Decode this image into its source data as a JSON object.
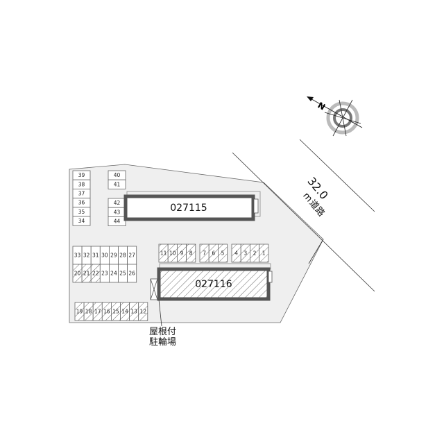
{
  "road": {
    "width": "32.0",
    "unit": "m",
    "label": "道路"
  },
  "compass": {
    "north_label": "N"
  },
  "buildings": [
    {
      "id": "027115",
      "hatched": false
    },
    {
      "id": "027116",
      "hatched": true
    }
  ],
  "parking": {
    "left_column": [
      "39",
      "38",
      "37",
      "36",
      "35",
      "34"
    ],
    "mid_column_top": [
      "40",
      "41"
    ],
    "mid_column_bottom": [
      "42",
      "43",
      "44"
    ],
    "row_upper": [
      "33",
      "32",
      "31",
      "30",
      "29",
      "28",
      "27"
    ],
    "row_lower": [
      "20",
      "21",
      "22",
      "23",
      "24",
      "25",
      "26"
    ],
    "row_lower_hatched": [
      true,
      true,
      true,
      false,
      false,
      false,
      false
    ],
    "group_a": [
      "11",
      "10",
      "9",
      "8"
    ],
    "group_b": [
      "7",
      "6",
      "5"
    ],
    "group_c": [
      "4",
      "3",
      "2",
      "1"
    ],
    "bottom_row": [
      "19",
      "18",
      "17",
      "16",
      "15",
      "14",
      "13",
      "12"
    ]
  },
  "bicycle_parking": {
    "line1": "屋根付",
    "line2": "駐輪場"
  },
  "colors": {
    "lot": "#efefef",
    "building_border": "#555555"
  }
}
